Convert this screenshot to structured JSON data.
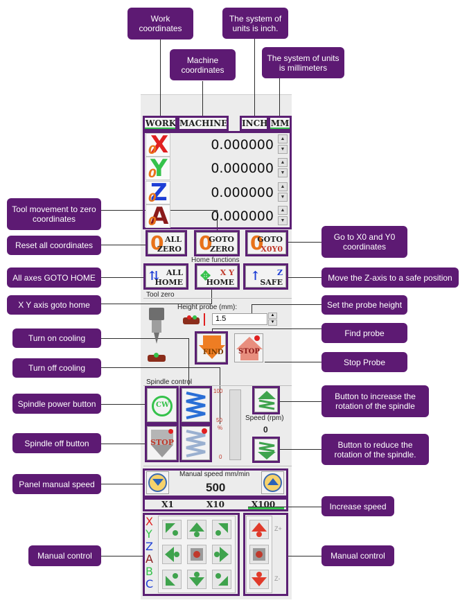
{
  "tabs": {
    "work": "WORK",
    "machine": "MACHINE",
    "inch": "INCH",
    "mm": "MM"
  },
  "axes": [
    {
      "letter": "X",
      "zero": "0",
      "value": "0.000000",
      "color": "#e02020"
    },
    {
      "letter": "Y",
      "zero": "0",
      "value": "0.000000",
      "color": "#35c24b"
    },
    {
      "letter": "Z",
      "zero": "0",
      "value": "0.000000",
      "color": "#1e3fd6"
    },
    {
      "letter": "A",
      "zero": "0",
      "value": "0.000000",
      "color": "#8a1a1a"
    }
  ],
  "zero_buttons": {
    "all_zero": {
      "l1": "ALL",
      "l2": "ZERO"
    },
    "goto_zero": {
      "l1": "GOTO",
      "l2": "ZERO"
    },
    "goto_x0y0": {
      "l1": "GOTO",
      "l2": "X0Y0"
    }
  },
  "home": {
    "label": "Home functions",
    "all_home": {
      "l1": "ALL",
      "l2": "HOME"
    },
    "xy_home": {
      "l1": "X Y",
      "l2": "HOME"
    },
    "z_safe": {
      "l1": "Z",
      "l2": "SAFE"
    }
  },
  "tool_zero": {
    "label": "Tool zero",
    "height_label": "Height probe (mm):",
    "height_value": "1.5",
    "find": "FIND",
    "stop": "STOP"
  },
  "spindle": {
    "label": "Spindle control",
    "cw": "CW",
    "stop": "STOP",
    "scale_top": "100",
    "scale_mid": "50",
    "scale_pct": "%",
    "scale_bot": "0",
    "speed_label": "Speed (rpm)",
    "speed_value": "0"
  },
  "manual_speed": {
    "label": "Manual speed mm/min",
    "value": "500"
  },
  "step": {
    "x1": "X1",
    "x10": "X10",
    "x100": "X100"
  },
  "manual_axes": [
    "X",
    "Y",
    "Z",
    "A",
    "B",
    "C"
  ],
  "z_labels": {
    "up": "Z+",
    "down": "Z-"
  },
  "callouts": {
    "work_coords": "Work coordinates",
    "machine_coords": "Machine coordinates",
    "inch": "The system of units is inch.",
    "mm": "The system of units is millimeters",
    "tool_movement": "Tool movement to zero coordinates",
    "reset_all": "Reset all coordinates",
    "goto_x0y0": "Go to X0 and Y0 coordinates",
    "all_home": "All axes GOTO HOME",
    "z_safe": "Move the Z-axis to a safe position",
    "xy_home": "X Y axis goto home",
    "probe_height": "Set the probe height",
    "cool_on": "Turn on cooling",
    "find_probe": "Find probe",
    "cool_off": "Turn off cooling",
    "stop_probe": "Stop Probe",
    "spindle_power": "Spindle power button",
    "spindle_increase": "Button to increase the rotation of the spindle",
    "spindle_off": "Spindle off button",
    "spindle_reduce": "Button to reduce the rotation of the spindle.",
    "panel_speed": "Panel manual speed",
    "increase_speed": "Increase speed",
    "manual_left": "Manual control",
    "manual_right": "Manual control"
  }
}
